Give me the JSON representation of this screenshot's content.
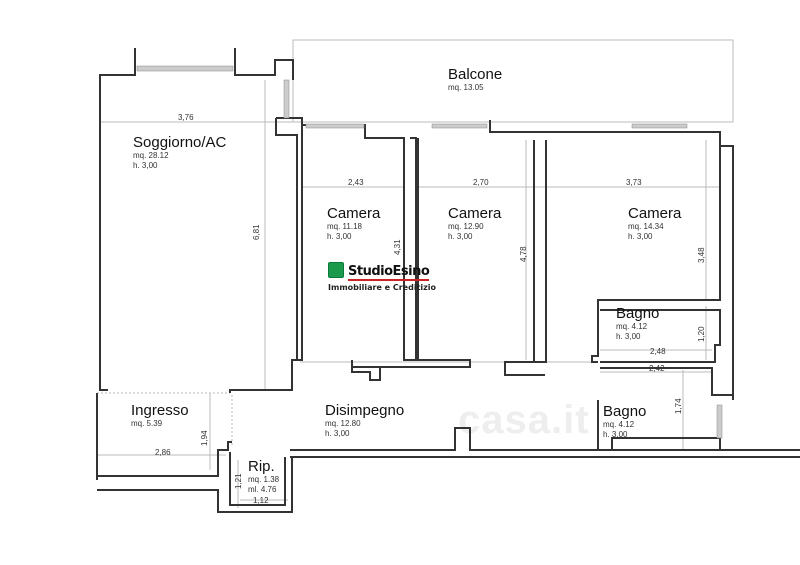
{
  "rooms": {
    "balcone": {
      "name": "Balcone",
      "area": "mq. 13.05"
    },
    "soggiorno": {
      "name": "Soggiorno/AC",
      "area": "mq. 28.12",
      "height": "h. 3,00"
    },
    "camera1": {
      "name": "Camera",
      "area": "mq. 11.18",
      "height": "h. 3,00"
    },
    "camera2": {
      "name": "Camera",
      "area": "mq. 12.90",
      "height": "h. 3,00"
    },
    "camera3": {
      "name": "Camera",
      "area": "mq. 14.34",
      "height": "h. 3,00"
    },
    "bagno1": {
      "name": "Bagno",
      "area": "mq. 4.12",
      "height": "h. 3,00"
    },
    "bagno2": {
      "name": "Bagno",
      "area": "mq. 4.12",
      "height": "h. 3,00"
    },
    "ingresso": {
      "name": "Ingresso",
      "area": "mq. 5.39"
    },
    "disimpegno": {
      "name": "Disimpegno",
      "area": "mq. 12.80",
      "height": "h. 3,00"
    },
    "rip": {
      "name": "Rip.",
      "area": "mq. 1.38",
      "ml": "ml. 4.76"
    }
  },
  "dimensions": {
    "soggiorno_w": "3,76",
    "soggiorno_h": "6,81",
    "camera1_w": "2,43",
    "camera1_h": "4,31",
    "camera2_w": "2,70",
    "camera2_h": "4,78",
    "camera3_w": "3,73",
    "camera3_h": "3,48",
    "bagno1_w": "2,48",
    "bagno1_h": "1,20",
    "bagno2_w": "2,42",
    "bagno2_h": "1,74",
    "ingresso_w": "2,86",
    "ingresso_h": "1,94",
    "rip_w": "1,12",
    "rip_h": "1,21"
  },
  "logo": {
    "name": "StudioEsino",
    "subtitle": "Immobiliare e Creditizio"
  },
  "watermark": "casa.it"
}
